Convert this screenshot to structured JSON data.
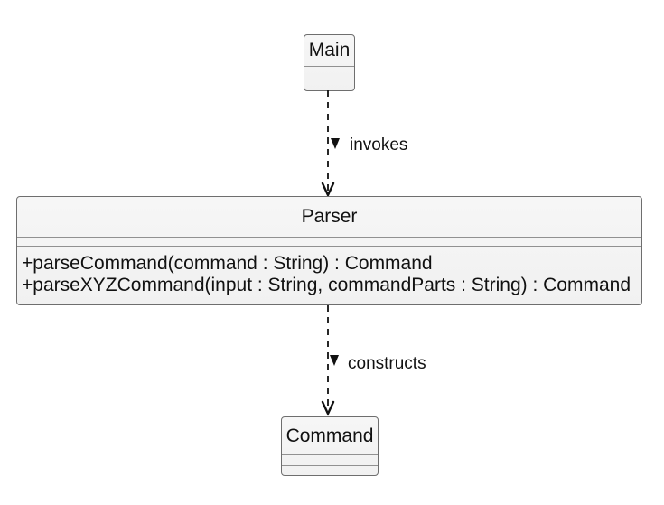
{
  "diagram_type": "uml-class-diagram",
  "classes": {
    "main": {
      "name": "Main",
      "attributes": [],
      "methods": []
    },
    "parser": {
      "name": "Parser",
      "attributes": [],
      "methods": [
        "+parseCommand(command : String) : Command",
        "+parseXYZCommand(input : String, commandParts : String) : Command"
      ]
    },
    "command": {
      "name": "Command",
      "attributes": [],
      "methods": []
    }
  },
  "edges": {
    "invokes": {
      "label": "invokes",
      "from": "Main",
      "to": "Parser",
      "style": "dashed-dependency-open-arrow"
    },
    "constructs": {
      "label": "constructs",
      "from": "Parser",
      "to": "Command",
      "style": "dashed-dependency-open-arrow"
    }
  },
  "colors": {
    "background": "#ffffff",
    "box_fill": "#f1f1f1",
    "box_fill_top": "#f6f6f6",
    "box_border": "#6e6e6e",
    "divider": "#919191",
    "line": "#111111",
    "text": "#111111"
  }
}
